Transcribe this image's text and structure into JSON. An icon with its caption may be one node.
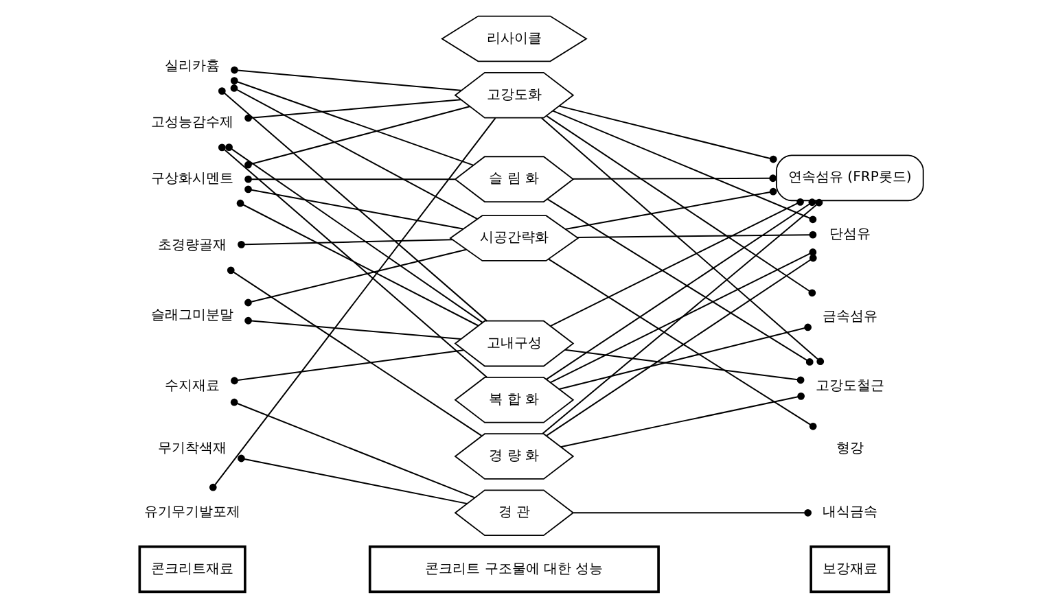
{
  "diagram": {
    "nodes": [
      {
        "text": [
          "콘크리트재료"
        ]
      },
      {
        "text": [
          "콘크리트 구조물에 대한 성능"
        ]
      },
      {
        "text": [
          "보강재료"
        ]
      },
      {
        "text": [
          "실리카흄"
        ]
      },
      {
        "text": [
          "구상화시멘트"
        ]
      },
      {
        "text": [
          "초경량골재"
        ]
      },
      {
        "text": [
          "유기무기발포제"
        ]
      },
      {
        "text": [
          "고성능감수제"
        ]
      },
      {
        "text": [
          "슬래그미분말"
        ]
      },
      {
        "text": [
          "수지재료"
        ]
      },
      {
        "text": [
          "무기착색재"
        ]
      },
      {
        "text": [
          "고강도화"
        ]
      },
      {
        "text": [
          "경 량 화"
        ]
      },
      {
        "text": [
          "슬 림 화"
        ]
      },
      {
        "text": [
          "복 합 화"
        ]
      },
      {
        "text": [
          "시공간략화"
        ]
      },
      {
        "text": [
          "고내구성"
        ]
      },
      {
        "text": [
          "경 관"
        ]
      },
      {
        "text": [
          "리사이클"
        ]
      },
      {
        "text": [
          "연속섬유 (FRP롯드)"
        ]
      },
      {
        "text": [
          "단섬유"
        ]
      },
      {
        "text": [
          "금속섬유"
        ]
      },
      {
        "text": [
          "고강도철근"
        ]
      },
      {
        "text": [
          "내식금속"
        ]
      },
      {
        "text": [
          "형강"
        ]
      }
    ],
    "edges": [
      {
        "from": 3,
        "to": 11,
        "arrow": "other"
      },
      {
        "from": 3,
        "to": 13,
        "arrow": "other"
      },
      {
        "from": 3,
        "to": 15,
        "arrow": "other"
      },
      {
        "from": 3,
        "to": 16,
        "arrow": "other"
      },
      {
        "from": 4,
        "to": 11,
        "arrow": "other"
      },
      {
        "from": 4,
        "to": 13,
        "arrow": "other"
      },
      {
        "from": 4,
        "to": 15,
        "arrow": "other"
      },
      {
        "from": 4,
        "to": 16,
        "arrow": "other"
      },
      {
        "from": 5,
        "to": 12,
        "arrow": "other"
      },
      {
        "from": 5,
        "to": 15,
        "arrow": "other"
      },
      {
        "from": 6,
        "to": 11,
        "arrow": "other"
      },
      {
        "from": 7,
        "to": 11,
        "arrow": "other"
      },
      {
        "from": 7,
        "to": 14,
        "arrow": "other"
      },
      {
        "from": 7,
        "to": 16,
        "arrow": "other"
      },
      {
        "from": 8,
        "to": 15,
        "arrow": "other"
      },
      {
        "from": 8,
        "to": 16,
        "arrow": "other"
      },
      {
        "from": 9,
        "to": 16,
        "arrow": "other"
      },
      {
        "from": 9,
        "to": 17,
        "arrow": "other"
      },
      {
        "from": 10,
        "to": 17,
        "arrow": "other"
      },
      {
        "from": 19,
        "to": 11,
        "arrow": "other"
      },
      {
        "from": 20,
        "to": 11,
        "arrow": "other"
      },
      {
        "from": 21,
        "to": 11,
        "arrow": "other"
      },
      {
        "from": 22,
        "to": 11,
        "arrow": "other"
      },
      {
        "from": 19,
        "to": 12,
        "arrow": "other"
      },
      {
        "from": 20,
        "to": 12,
        "arrow": "other"
      },
      {
        "from": 22,
        "to": 12,
        "arrow": "other"
      },
      {
        "from": 19,
        "to": 13,
        "arrow": "other"
      },
      {
        "from": 22,
        "to": 13,
        "arrow": "other"
      },
      {
        "from": 19,
        "to": 14,
        "arrow": "other"
      },
      {
        "from": 20,
        "to": 14,
        "arrow": "other"
      },
      {
        "from": 21,
        "to": 14,
        "arrow": "other"
      },
      {
        "from": 19,
        "to": 15,
        "arrow": "other"
      },
      {
        "from": 20,
        "to": 15,
        "arrow": "other"
      },
      {
        "from": 24,
        "to": 15,
        "arrow": "other"
      },
      {
        "from": 19,
        "to": 16,
        "arrow": "other"
      },
      {
        "from": 22,
        "to": 16,
        "arrow": "other"
      },
      {
        "from": 23,
        "to": 17,
        "arrow": "other"
      }
    ]
  }
}
